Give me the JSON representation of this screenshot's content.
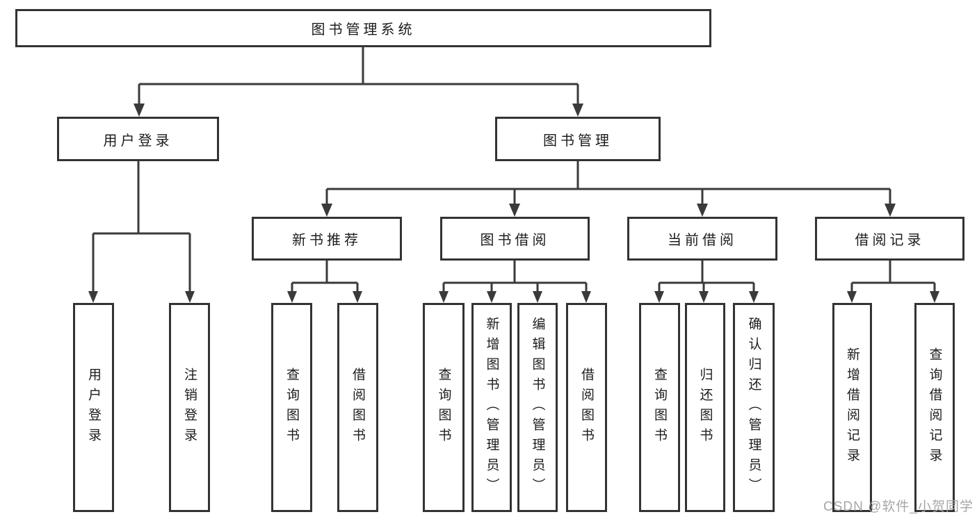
{
  "page": {
    "background": "#ffffff"
  },
  "style": {
    "line_color": "#3a3a3a",
    "box_border_color": "#333333",
    "box_background": "#ffffff",
    "text_color": "#1c1c1c",
    "watermark_color": "#a6a6a6"
  },
  "watermark": {
    "text": "CSDN @软件_小贺同学"
  },
  "tree": {
    "label": "图书管理系统",
    "children": [
      {
        "label": "用户登录",
        "children": [
          {
            "label": "用户登录"
          },
          {
            "label": "注销登录"
          }
        ]
      },
      {
        "label": "图书管理",
        "children": [
          {
            "label": "新书推荐",
            "children": [
              {
                "label": "查询图书"
              },
              {
                "label": "借阅图书"
              }
            ]
          },
          {
            "label": "图书借阅",
            "children": [
              {
                "label": "查询图书"
              },
              {
                "label": "新增图书（管理员）"
              },
              {
                "label": "编辑图书（管理员）"
              },
              {
                "label": "借阅图书"
              }
            ]
          },
          {
            "label": "当前借阅",
            "children": [
              {
                "label": "查询图书"
              },
              {
                "label": "归还图书"
              },
              {
                "label": "确认归还（管理员）"
              }
            ]
          },
          {
            "label": "借阅记录",
            "children": [
              {
                "label": "新增借阅记录"
              },
              {
                "label": "查询借阅记录"
              }
            ]
          }
        ]
      }
    ]
  }
}
